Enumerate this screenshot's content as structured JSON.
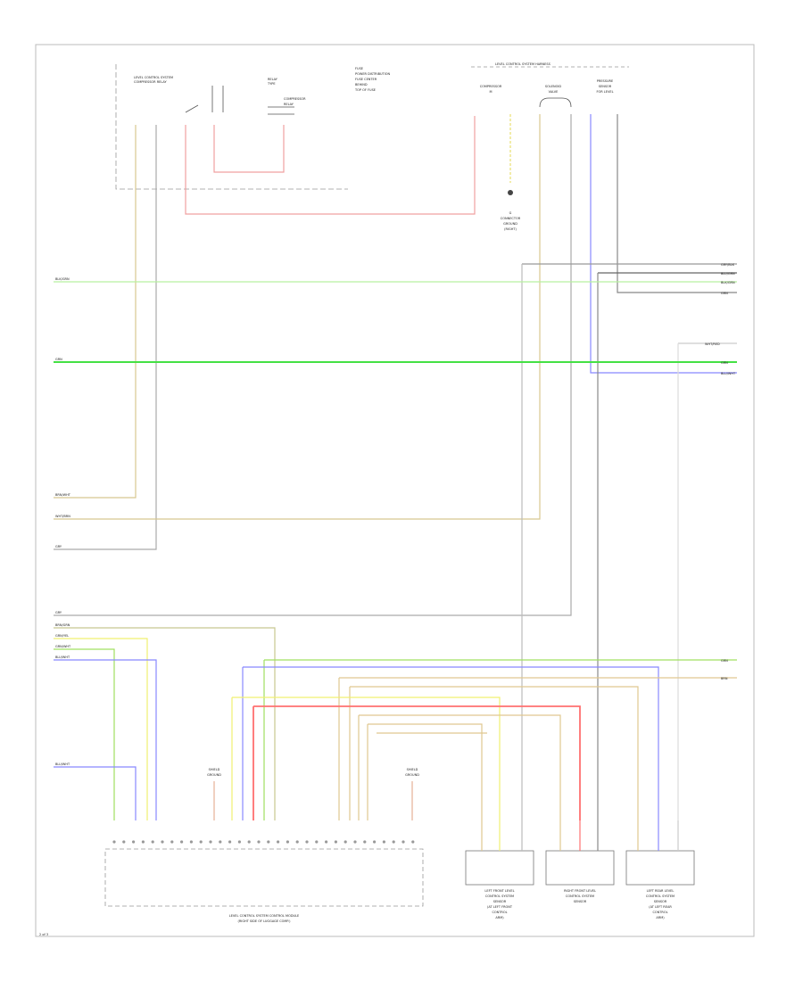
{
  "diagram": {
    "title_top_right": "LEVEL CONTROL SYSTEM HARNESS",
    "control_module_top": [
      "LEVEL CONTROL SYSTEM",
      "COMPRESSOR RELAY"
    ],
    "relay_block": [
      "RELAY",
      "TYPE",
      "COMPRESSOR",
      "RELAY"
    ],
    "fuse_notes": [
      "FUSE",
      "POWER DISTRIBUTION",
      "FUSE CENTER",
      "BEHIND",
      "TOP OF FUSE"
    ],
    "compressor_label": [
      "COMPRESSOR",
      "M"
    ],
    "valve_label": [
      "SOLENOID",
      "VALVE"
    ],
    "pressure_label": [
      "PRESSURE",
      "SENSOR",
      "FOR LEVEL"
    ],
    "ground_label": [
      "G",
      "CONNECTOR",
      "GROUND",
      "(RIGHT)"
    ],
    "right_wires": [
      "GRY/BLK",
      "BLU/GRN",
      "BLK/GRN",
      "GRN",
      "WHT/RED",
      "GRN",
      "BLU/WHT"
    ],
    "left_wires_top": [
      "BLK/GRN",
      "GRN"
    ],
    "left_wires_mid": [
      "BRN/WHT",
      "WHT/BRN",
      "GRY"
    ],
    "left_wires_bottom": [
      "GRY",
      "BRN/GRN",
      "GRN/YEL",
      "GRN/WHT",
      "BLU/WHT"
    ],
    "left_wire_blue": "BLU/WHT",
    "right_bottom_wires": [
      "GRN",
      "BRN"
    ],
    "ground_point_left": [
      "SHIELD",
      "GROUND"
    ],
    "ground_point_right": [
      "SHIELD",
      "GROUND"
    ],
    "module_main": [
      "LEVEL CONTROL SYSTEM CONTROL MODULE",
      "(RIGHT SIDE OF LUGGAGE COMP.)"
    ],
    "sensor_1": [
      "LEFT FRONT LEVEL",
      "CONTROL SYSTEM",
      "SENSOR",
      "(AT LEFT FRONT",
      "CONTROL",
      "ARM)"
    ],
    "sensor_2": [
      "RIGHT FRONT LEVEL",
      "CONTROL SYSTEM",
      "SENSOR"
    ],
    "sensor_3": [
      "LEFT REAR LEVEL",
      "CONTROL SYSTEM",
      "SENSOR",
      "(AT LEFT REAR",
      "CONTROL",
      "ARM)"
    ],
    "page_tag": "2 of 3"
  }
}
